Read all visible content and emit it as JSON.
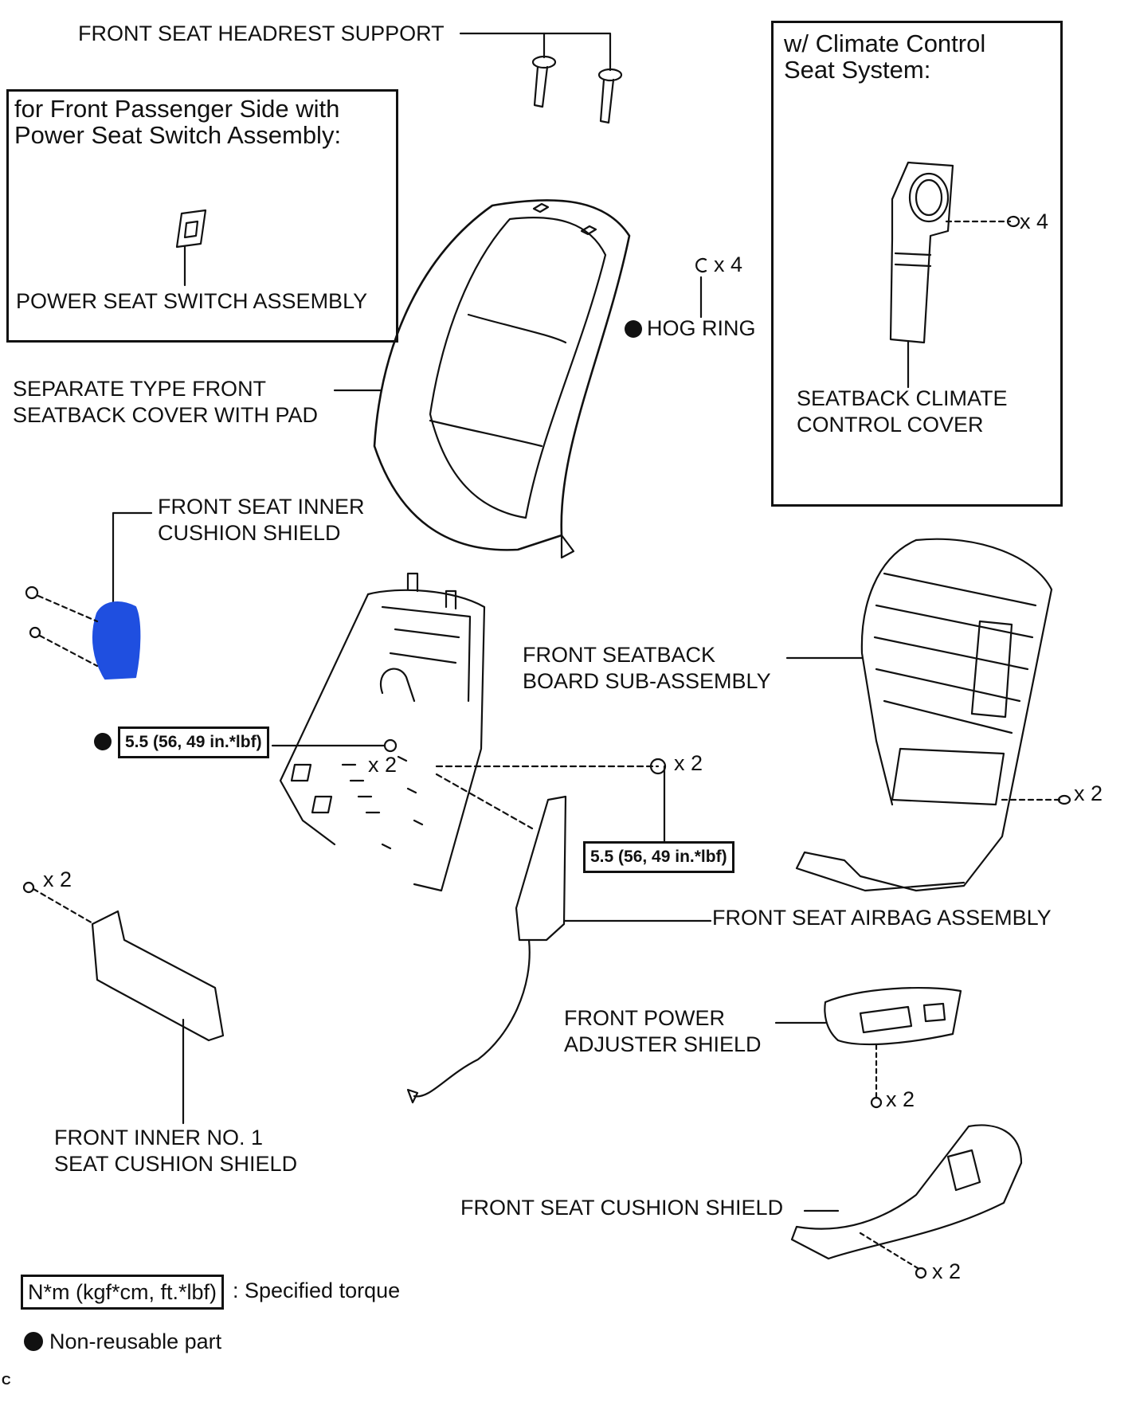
{
  "labels": {
    "headrest_support": "FRONT SEAT HEADREST SUPPORT",
    "passenger_box_title": "for Front Passenger Side with\nPower Seat Switch Assembly:",
    "power_seat_switch": "POWER SEAT SWITCH ASSEMBLY",
    "climate_box_title": "w/ Climate Control\nSeat System:",
    "climate_cover": "SEATBACK CLIMATE\nCONTROL COVER",
    "hog_ring": "HOG RING",
    "hog_ring_qty": "x 4",
    "climate_screw_qty": "x 4",
    "seatback_cover": "SEPARATE TYPE FRONT\nSEATBACK COVER WITH PAD",
    "inner_cushion_shield": "FRONT SEAT INNER\nCUSHION SHIELD",
    "seatback_board": "FRONT SEATBACK\nBOARD SUB-ASSEMBLY",
    "airbag": "FRONT SEAT AIRBAG ASSEMBLY",
    "power_adjuster_shield": "FRONT POWER\nADJUSTER SHIELD",
    "inner_no1_shield": "FRONT INNER NO. 1\nSEAT CUSHION SHIELD",
    "cushion_shield": "FRONT SEAT CUSHION SHIELD",
    "qty_frame_nut": "x 2",
    "qty_airbag_nut": "x 2",
    "qty_board_screw": "x 2",
    "qty_inner_no1": "x 2",
    "qty_adjuster": "x 2",
    "qty_cushion": "x 2",
    "corner_mark": "C"
  },
  "torque": {
    "frame_nut": "5.5 (56, 49 in.*lbf)",
    "airbag_nut": "5.5 (56, 49 in.*lbf)"
  },
  "legend": {
    "torque_box": "N*m (kgf*cm, ft.*lbf)",
    "torque_text": ": Specified torque",
    "nonreusable_text": "Non-reusable part"
  },
  "colors": {
    "highlight_part": "#1f4fe0",
    "line": "#111111"
  }
}
